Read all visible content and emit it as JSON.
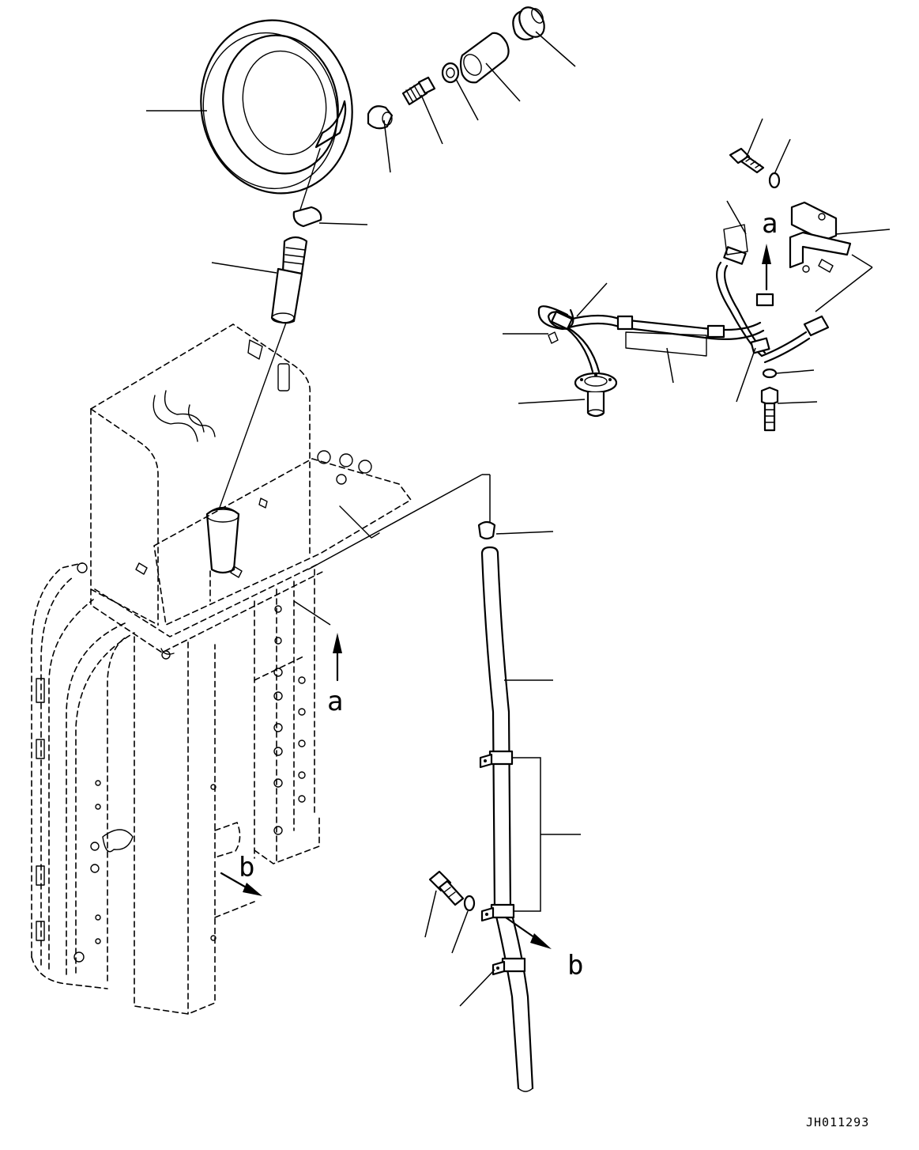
{
  "diagram": {
    "view_labels": {
      "a_tank": "a",
      "a_harness": "a",
      "b_frame": "b",
      "b_pipe": "b"
    },
    "drawing_code": "JH011293"
  }
}
